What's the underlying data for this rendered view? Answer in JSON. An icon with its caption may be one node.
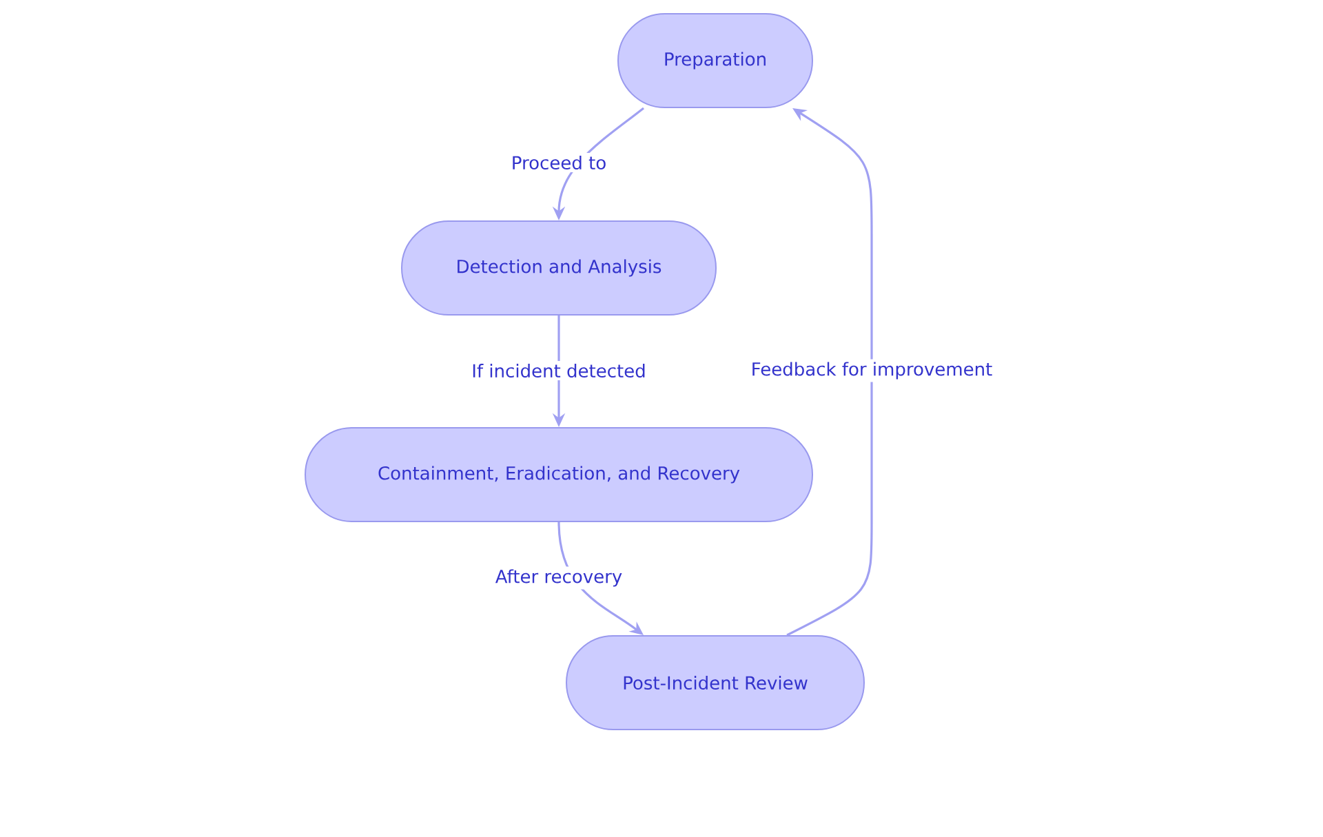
{
  "diagram": {
    "nodes": [
      {
        "text": [
          "Preparation"
        ]
      },
      {
        "text": [
          "Detection and Analysis"
        ]
      },
      {
        "text": [
          "Containment, Eradication, and Recovery"
        ]
      },
      {
        "text": [
          "Post-Incident Review"
        ]
      }
    ],
    "edges": [
      {
        "from": 0,
        "to": 1,
        "arrow": "to",
        "label": "Proceed to"
      },
      {
        "from": 1,
        "to": 2,
        "arrow": "to",
        "label": "If incident detected"
      },
      {
        "from": 2,
        "to": 3,
        "arrow": "to",
        "label": "After recovery"
      },
      {
        "from": 3,
        "to": 0,
        "arrow": "to",
        "label": "Feedback for improvement"
      }
    ]
  }
}
